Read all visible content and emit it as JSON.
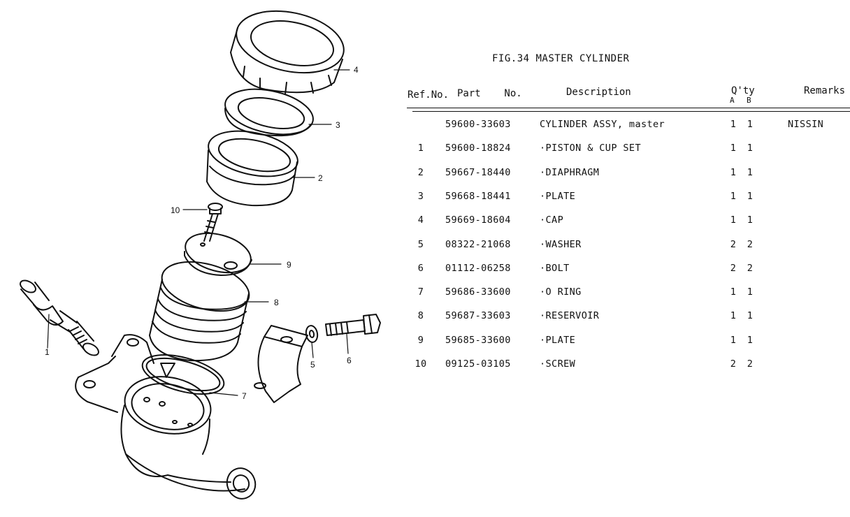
{
  "figure": {
    "title": "FIG.34  MASTER CYLINDER"
  },
  "table": {
    "headers": {
      "ref_no": "Ref.No.",
      "part_no": "Part    No.",
      "description": "Description",
      "qty": "Q'ty",
      "qty_a": "A",
      "qty_b": "B",
      "remarks": "Remarks"
    },
    "rows": [
      {
        "ref": "",
        "part": "59600-33603",
        "desc": "CYLINDER ASSY, master",
        "qa": "1",
        "qb": "1",
        "remarks": "NISSIN"
      },
      {
        "ref": "1",
        "part": "59600-18824",
        "desc": "·PISTON & CUP SET",
        "qa": "1",
        "qb": "1",
        "remarks": ""
      },
      {
        "ref": "2",
        "part": "59667-18440",
        "desc": "·DIAPHRAGM",
        "qa": "1",
        "qb": "1",
        "remarks": ""
      },
      {
        "ref": "3",
        "part": "59668-18441",
        "desc": "·PLATE",
        "qa": "1",
        "qb": "1",
        "remarks": ""
      },
      {
        "ref": "4",
        "part": "59669-18604",
        "desc": "·CAP",
        "qa": "1",
        "qb": "1",
        "remarks": ""
      },
      {
        "ref": "5",
        "part": "08322-21068",
        "desc": "·WASHER",
        "qa": "2",
        "qb": "2",
        "remarks": ""
      },
      {
        "ref": "6",
        "part": "01112-06258",
        "desc": "·BOLT",
        "qa": "2",
        "qb": "2",
        "remarks": ""
      },
      {
        "ref": "7",
        "part": "59686-33600",
        "desc": "·O RING",
        "qa": "1",
        "qb": "1",
        "remarks": ""
      },
      {
        "ref": "8",
        "part": "59687-33603",
        "desc": "·RESERVOIR",
        "qa": "1",
        "qb": "1",
        "remarks": ""
      },
      {
        "ref": "9",
        "part": "59685-33600",
        "desc": "·PLATE",
        "qa": "1",
        "qb": "1",
        "remarks": ""
      },
      {
        "ref": "10",
        "part": "09125-03105",
        "desc": "·SCREW",
        "qa": "2",
        "qb": "2",
        "remarks": ""
      }
    ]
  },
  "diagram": {
    "callouts": [
      "1",
      "2",
      "3",
      "4",
      "5",
      "6",
      "7",
      "8",
      "9",
      "10"
    ]
  }
}
